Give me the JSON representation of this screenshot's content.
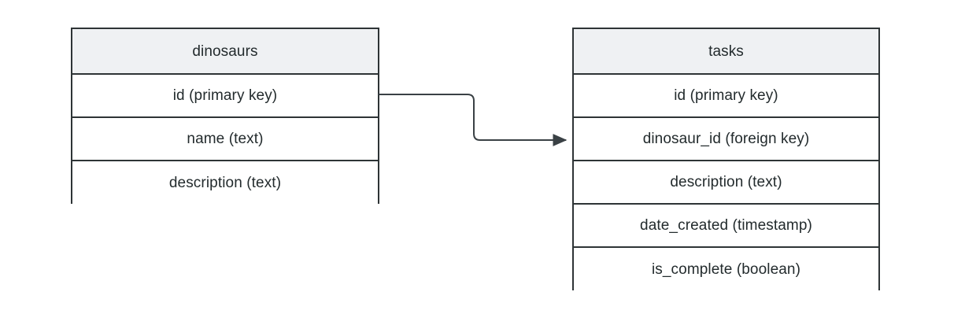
{
  "diagram": {
    "type": "entity-relationship-diagram",
    "background_color": "#ffffff",
    "border_color": "#2e3436",
    "header_fill_color": "#eff1f3",
    "row_fill_color": "#ffffff",
    "text_color": "#232b2d",
    "connector_color": "#3a4145",
    "entities": [
      {
        "id": "dinosaurs",
        "title": "dinosaurs",
        "fields": [
          "id (primary key)",
          "name (text)",
          "description (text)"
        ]
      },
      {
        "id": "tasks",
        "title": "tasks",
        "fields": [
          "id (primary key)",
          "dinosaur_id (foreign key)",
          "description (text)",
          "date_created (timestamp)",
          "is_complete (boolean)"
        ]
      }
    ],
    "relationships": [
      {
        "from_entity": "dinosaurs",
        "from_field": "id (primary key)",
        "to_entity": "tasks",
        "to_field": "dinosaur_id (foreign key)",
        "arrow": "open-to-filled-triangle",
        "style": "orthogonal-rounded"
      }
    ]
  }
}
